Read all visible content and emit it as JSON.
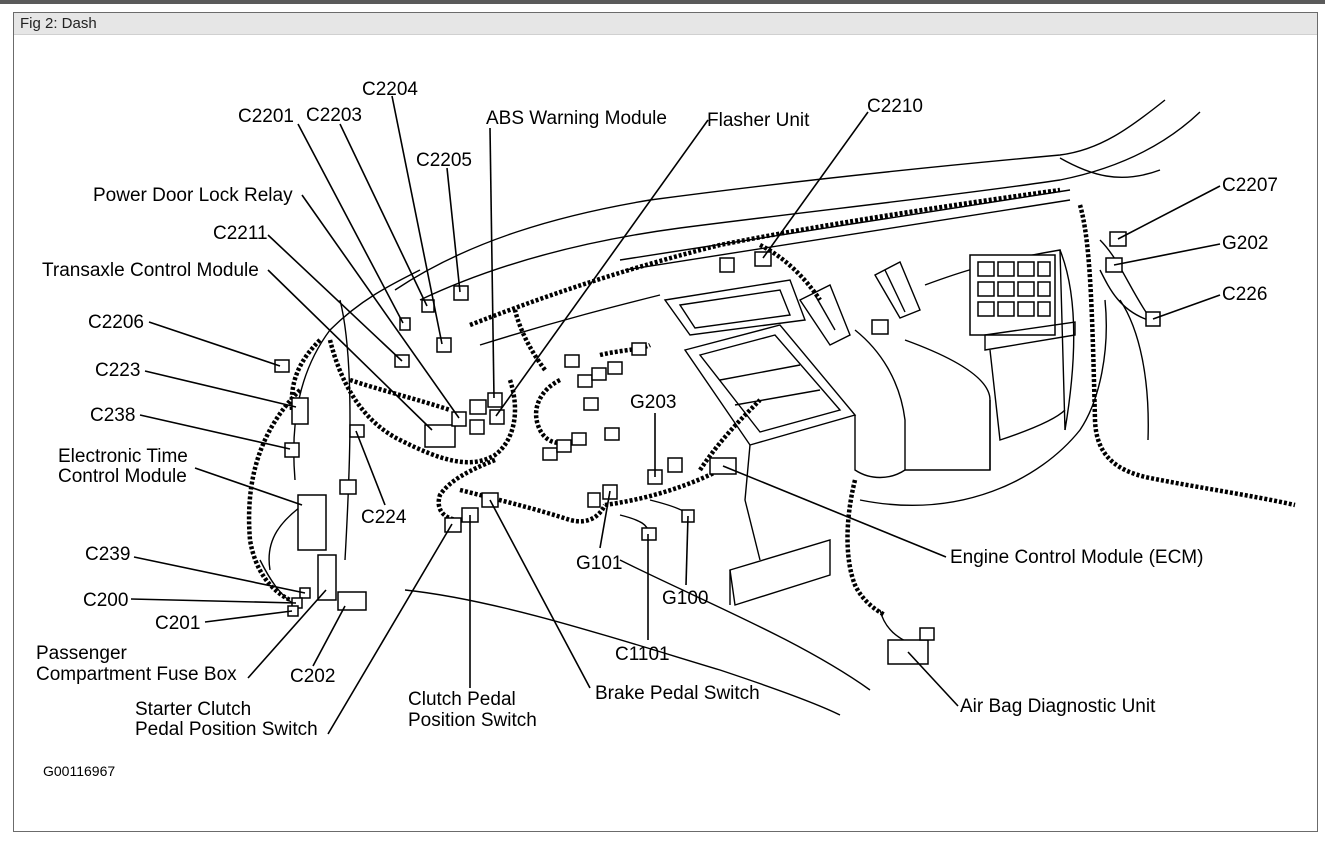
{
  "figure": {
    "caption": "Fig 2: Dash",
    "code": "G00116967"
  },
  "labels": {
    "c2201": "C2201",
    "c2203": "C2203",
    "c2204": "C2204",
    "c2205": "C2205",
    "abs_warning_module": "ABS Warning Module",
    "flasher_unit": "Flasher Unit",
    "c2210": "C2210",
    "power_door_lock_relay": "Power Door Lock Relay",
    "c2211": "C2211",
    "transaxle_control_module": "Transaxle Control Module",
    "c2206": "C2206",
    "c223": "C223",
    "c238": "C238",
    "electronic_time_control_module_1": "Electronic Time",
    "electronic_time_control_module_2": "Control Module",
    "c224": "C224",
    "c239": "C239",
    "c200": "C200",
    "c201": "C201",
    "passenger_fuse_box_1": "Passenger",
    "passenger_fuse_box_2": "Compartment Fuse Box",
    "c202": "C202",
    "starter_clutch_1": "Starter Clutch",
    "starter_clutch_2": "Pedal Position Switch",
    "clutch_pedal_1": "Clutch Pedal",
    "clutch_pedal_2": "Position Switch",
    "brake_pedal_switch": "Brake Pedal Switch",
    "g203": "G203",
    "g101": "G101",
    "g100": "G100",
    "c1101": "C1101",
    "engine_control_module": "Engine Control Module (ECM)",
    "air_bag_diagnostic_unit": "Air Bag Diagnostic Unit",
    "c2207": "C2207",
    "g202": "G202",
    "c226": "C226"
  }
}
